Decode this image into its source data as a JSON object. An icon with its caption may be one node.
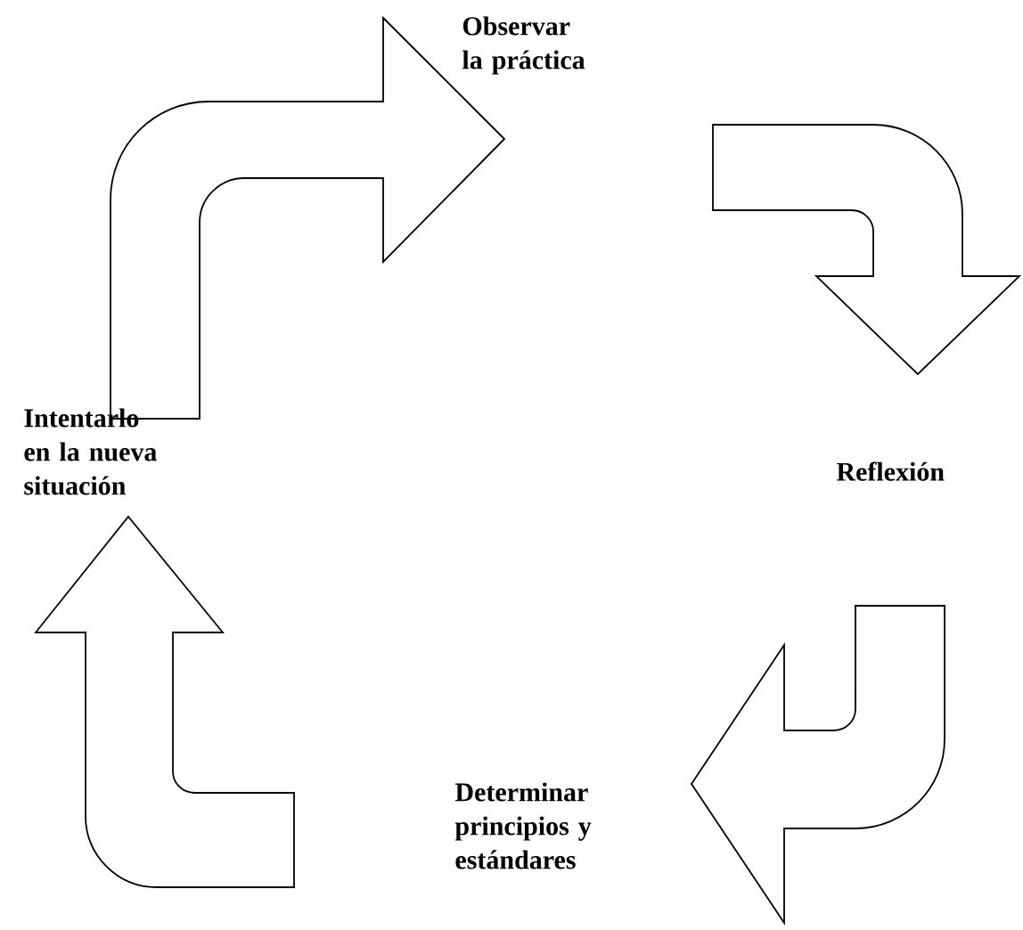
{
  "diagram": {
    "nodes": [
      {
        "text": [
          "Observar la práctica"
        ]
      },
      {
        "text": [
          "Reflexión"
        ]
      },
      {
        "text": [
          "Determinar principios y estándares"
        ]
      },
      {
        "text": [
          "Intentarlo en la nueva situación"
        ]
      }
    ],
    "edges": [
      {
        "from": 0,
        "to": 1,
        "arrow": "to"
      },
      {
        "from": 1,
        "to": 2,
        "arrow": "to"
      },
      {
        "from": 2,
        "to": 3,
        "arrow": "to"
      },
      {
        "from": 3,
        "to": 0,
        "arrow": "to"
      }
    ]
  }
}
